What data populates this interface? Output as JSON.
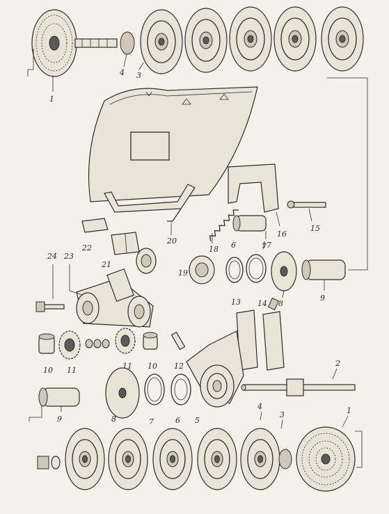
{
  "labels": {
    "brush_top": "1",
    "washer_top": "4",
    "ring_top": "3",
    "brush_bottom": "1",
    "ring_bottom": "3",
    "wheel_bottom": "4",
    "shaft": "2",
    "roller_left": "9",
    "disc_left": "8",
    "spring_clip_left": "7",
    "washer_left": "6",
    "washer_small_left": "5",
    "roller_right": "9",
    "disc_right": "8",
    "clip_right": "7",
    "washer_right": "6",
    "bushing_left": "10",
    "bushing_right": "10",
    "gear_left": "11",
    "gear_right": "11",
    "pin_left": "12",
    "pin_right": "15",
    "plate_13": "13",
    "plate_14": "14",
    "bracket_16": "16",
    "bushing_17": "17",
    "spring_18": "18",
    "nut_19": "19",
    "frame_20": "20",
    "block_21": "21",
    "plate_22": "22",
    "hub_23": "23",
    "bolt_24": "24"
  }
}
